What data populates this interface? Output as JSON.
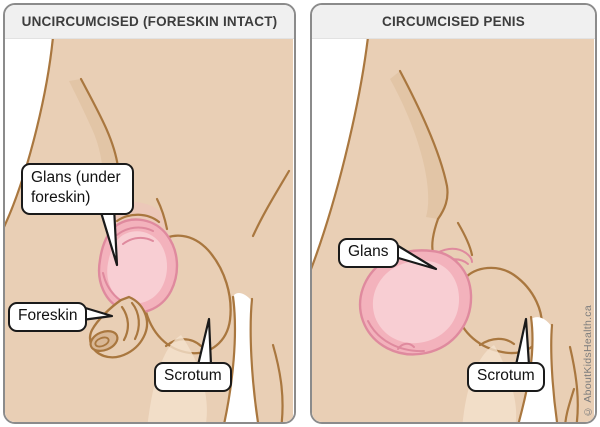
{
  "panels": [
    {
      "title": "UNCIRCUMCISED (FORESKIN INTACT)",
      "labels": {
        "glans": "Glans (under foreskin)",
        "foreskin": "Foreskin",
        "scrotum": "Scrotum"
      }
    },
    {
      "title": "CIRCUMCISED PENIS",
      "labels": {
        "glans": "Glans",
        "scrotum": "Scrotum"
      }
    }
  ],
  "watermark": "© AboutKidsHealth.ca",
  "colors": {
    "skin": "#e9cfb5",
    "skin_light": "#f4e1cd",
    "skin_shadow": "#d9b795",
    "outline": "#a9773f",
    "glans": "#f3b2bc",
    "glans_light": "#f8ced3",
    "glans_outline": "#df8a9e",
    "header_bg": "#f0f0f0",
    "header_text": "#3d3d3d",
    "panel_border": "#8b8b8b",
    "callout_border": "#1a1a1a",
    "watermark": "#7d7d7d"
  }
}
